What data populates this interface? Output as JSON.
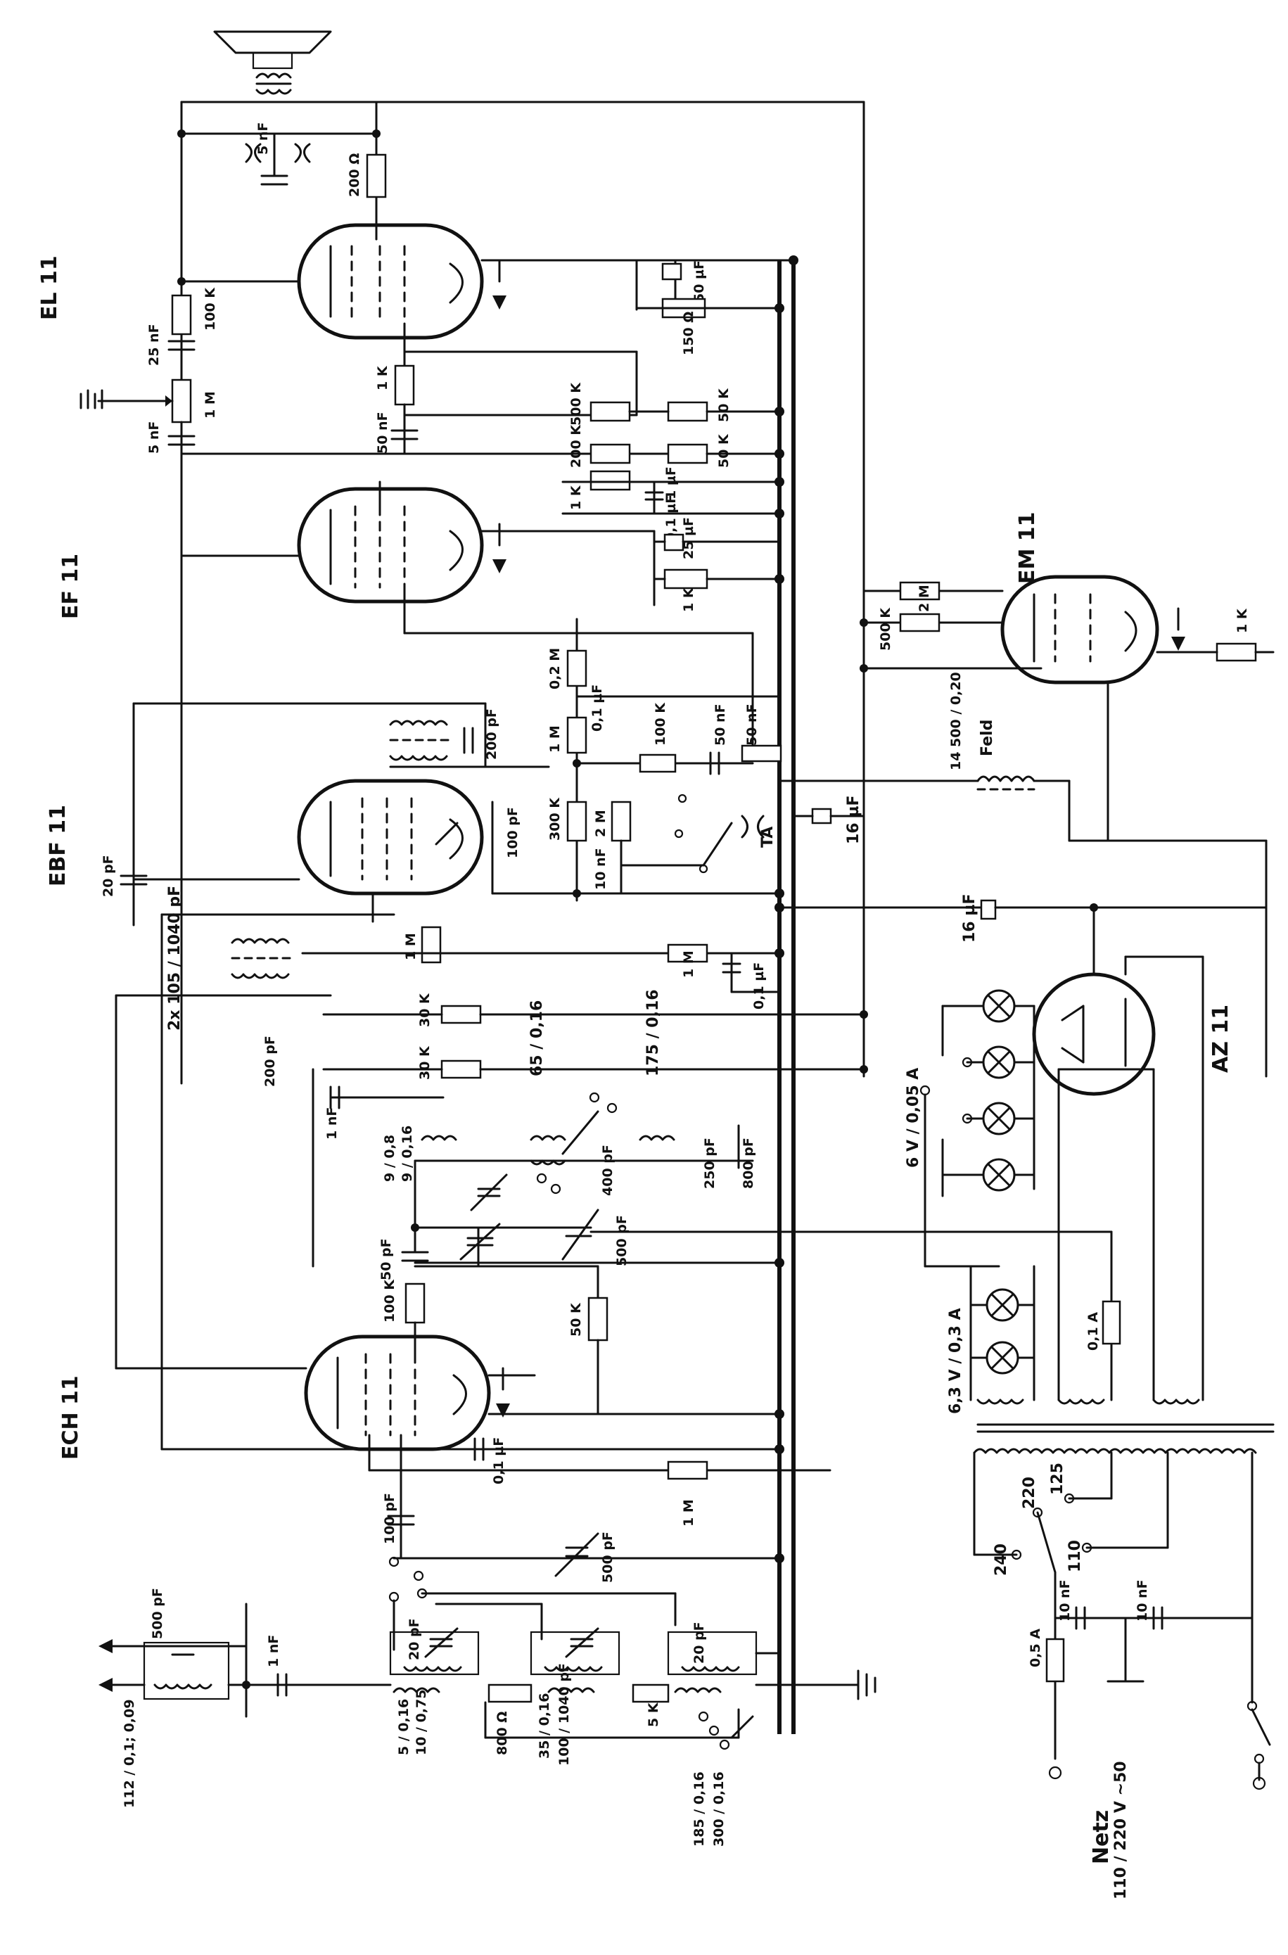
{
  "tubes": {
    "el11": "EL 11",
    "ef11": "EF 11",
    "ebf11": "EBF 11",
    "ech11": "ECH 11",
    "em11": "EM 11",
    "az11": "AZ 11"
  },
  "components": {
    "r_200": "200 Ω",
    "c_5nf_top": "5 nF",
    "c_50uf": "50 µF",
    "r_150": "150 Ω",
    "r_100k_el": "100 K",
    "c_25nf": "25 nF",
    "pot_1m": "1 M",
    "c_5nf_ef": "5 nF",
    "r_1k_el": "1 K",
    "c_50nf_el": "50 nF",
    "r_500k": "500 K",
    "r_50k_a": "50 K",
    "r_200k": "200 K",
    "r_50k_b": "50 K",
    "r_1k_ef": "1 K",
    "c_1uf": "1 µF",
    "c_01uf_ef": "0,1 µF",
    "c_25uf": "25 µF",
    "r_1k_cath": "1 K",
    "r_2m_em": "2 M",
    "r_500k_em": "500 K",
    "r_1k_em": "1 K",
    "c_200pf": "200 pF",
    "r_02m": "0,2 M",
    "c_01uf_b": "0,1 µF",
    "r_1m_ebf": "1 M",
    "r_100k_vol": "100 K",
    "c_50nf_vol": "50 nF",
    "c_50nf_b": "50 nF",
    "c_100pf_ebf": "100 pF",
    "r_300k": "300 K",
    "r_2m_ebf": "2 M",
    "c_10nf": "10 nF",
    "ta": "TA",
    "c_16uf_a": "16 µF",
    "c_16uf_b": "16 µF",
    "c_20pf": "20 pF",
    "if_filter": "2x 105 / 1040 pF",
    "r_1m_ifa": "1 M",
    "r_1m_ifb": "1 M",
    "c_01uf_if": "0,1 µF",
    "c_200pf_b": "200 pF",
    "r_30k_a": "30 K",
    "r_30k_b": "30 K",
    "coil_65": "65 / 0,16",
    "coil_175": "175 / 0,16",
    "c_1nf_osc": "1 nF",
    "coil_9_08": "9 / 0,8",
    "coil_9_016": "9 / 0,16",
    "c_400pf": "400 pF",
    "c_250pf": "250 pF",
    "c_800pf": "800 pF",
    "c_50pf": "50 pF",
    "c_500pf_osc": "500 pF",
    "r_100k_osc": "100 K",
    "r_50k_osc": "50 K",
    "c_01uf_ech": "0,1 µF",
    "r_1m_ech": "1 M",
    "c_100pf_ech": "100 pF",
    "c_500pf_ant": "500 pF",
    "c_500pf_tune": "500 pF",
    "c_20pf_ant": "20 pF",
    "c_20pf_in": "20 pF",
    "c_1nf_ant": "1 nF",
    "coil_ant": "112 / 0,1; 0,09",
    "coil_5": "5 / 0,16",
    "coil_10": "10 / 0,75",
    "r_800": "800 Ω",
    "coil_35": "35 / 0,16",
    "coil_100": "100 / 1040 pF",
    "r_5k": "5 K",
    "coil_185": "185 / 0,16",
    "coil_300": "300 / 0,16",
    "feld": "Feld",
    "feld_spec": "14 500 / 0,20",
    "lamp_6v": "6 V / 0,05 A",
    "lamp_63v": "6,3 V / 0,3 A",
    "fuse_01": "0,1 A",
    "fuse_05": "0,5 A",
    "tap_240": "240",
    "tap_220": "220",
    "tap_125": "125",
    "tap_110": "110",
    "c_10nf_a": "10 nF",
    "c_10nf_b": "10 nF",
    "netz": "Netz",
    "netz_spec": "110 / 220 V ~50"
  }
}
